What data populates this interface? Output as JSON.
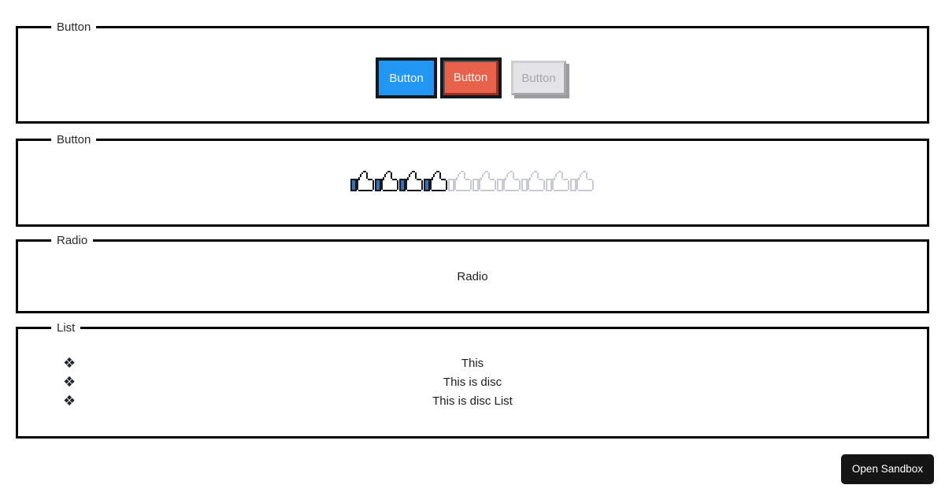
{
  "page": {
    "background": "#ffffff"
  },
  "sections": {
    "buttons": {
      "legend": "Button",
      "items": [
        {
          "label": "Button",
          "variant": "primary",
          "color": "#2196f3",
          "text_color": "#f4f8fb",
          "disabled": false
        },
        {
          "label": "Button",
          "variant": "danger",
          "color": "#e8614a",
          "text_color": "#fdf2ef",
          "disabled": false
        },
        {
          "label": "Button",
          "variant": "disabled",
          "color": "#e4e4e6",
          "text_color": "#a8a8ad",
          "disabled": true
        }
      ]
    },
    "likes": {
      "legend": "Button",
      "icon_name": "thumbs-up-icon",
      "total": 10,
      "filled": 4,
      "filled_color": "#3b6fb5",
      "outline_color": "#16181d",
      "empty_color": "#c8cbd4",
      "items": [
        {
          "index": 1,
          "state": "filled"
        },
        {
          "index": 2,
          "state": "filled"
        },
        {
          "index": 3,
          "state": "filled"
        },
        {
          "index": 4,
          "state": "filled"
        },
        {
          "index": 5,
          "state": "empty"
        },
        {
          "index": 6,
          "state": "empty"
        },
        {
          "index": 7,
          "state": "empty"
        },
        {
          "index": 8,
          "state": "empty"
        },
        {
          "index": 9,
          "state": "empty"
        },
        {
          "index": 10,
          "state": "empty"
        }
      ]
    },
    "radio": {
      "legend": "Radio",
      "label": "Radio"
    },
    "list": {
      "legend": "List",
      "marker": "disc",
      "bullet_glyph": "❖",
      "items": [
        {
          "text": "This"
        },
        {
          "text": "This is disc"
        },
        {
          "text": "This is disc List"
        }
      ]
    }
  },
  "footer": {
    "open_sandbox_label": "Open Sandbox",
    "open_sandbox_bg": "#151515",
    "open_sandbox_color": "#ffffff"
  }
}
